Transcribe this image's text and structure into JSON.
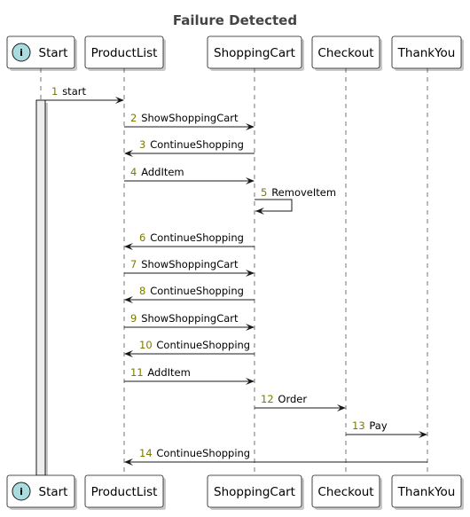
{
  "diagram": {
    "title": "Failure Detected",
    "participants": [
      {
        "id": "start",
        "label": "Start",
        "badge": "i",
        "badge_color": "#A9DCDF"
      },
      {
        "id": "productlist",
        "label": "ProductList"
      },
      {
        "id": "shoppingcart",
        "label": "ShoppingCart"
      },
      {
        "id": "checkout",
        "label": "Checkout"
      },
      {
        "id": "thankyou",
        "label": "ThankYou"
      }
    ],
    "messages": [
      {
        "num": "1",
        "label": "start",
        "from": "start",
        "to": "productlist"
      },
      {
        "num": "2",
        "label": "ShowShoppingCart",
        "from": "productlist",
        "to": "shoppingcart"
      },
      {
        "num": "3",
        "label": "ContinueShopping",
        "from": "shoppingcart",
        "to": "productlist"
      },
      {
        "num": "4",
        "label": "AddItem",
        "from": "productlist",
        "to": "shoppingcart"
      },
      {
        "num": "5",
        "label": "RemoveItem",
        "from": "shoppingcart",
        "to": "shoppingcart"
      },
      {
        "num": "6",
        "label": "ContinueShopping",
        "from": "shoppingcart",
        "to": "productlist"
      },
      {
        "num": "7",
        "label": "ShowShoppingCart",
        "from": "productlist",
        "to": "shoppingcart"
      },
      {
        "num": "8",
        "label": "ContinueShopping",
        "from": "shoppingcart",
        "to": "productlist"
      },
      {
        "num": "9",
        "label": "ShowShoppingCart",
        "from": "productlist",
        "to": "shoppingcart"
      },
      {
        "num": "10",
        "label": "ContinueShopping",
        "from": "shoppingcart",
        "to": "productlist"
      },
      {
        "num": "11",
        "label": "AddItem",
        "from": "productlist",
        "to": "shoppingcart"
      },
      {
        "num": "12",
        "label": "Order",
        "from": "shoppingcart",
        "to": "checkout"
      },
      {
        "num": "13",
        "label": "Pay",
        "from": "checkout",
        "to": "thankyou"
      },
      {
        "num": "14",
        "label": "ContinueShopping",
        "from": "thankyou",
        "to": "productlist"
      }
    ],
    "colors": {
      "participant_fill": "#FEFEFE",
      "border": "#181818",
      "lifeline": "#181818",
      "activation_fill": "#EEEEEE",
      "message_number": "#7A7A00",
      "badge_fill": "#A9DCDF",
      "shadow": "#C8C8C8"
    }
  }
}
